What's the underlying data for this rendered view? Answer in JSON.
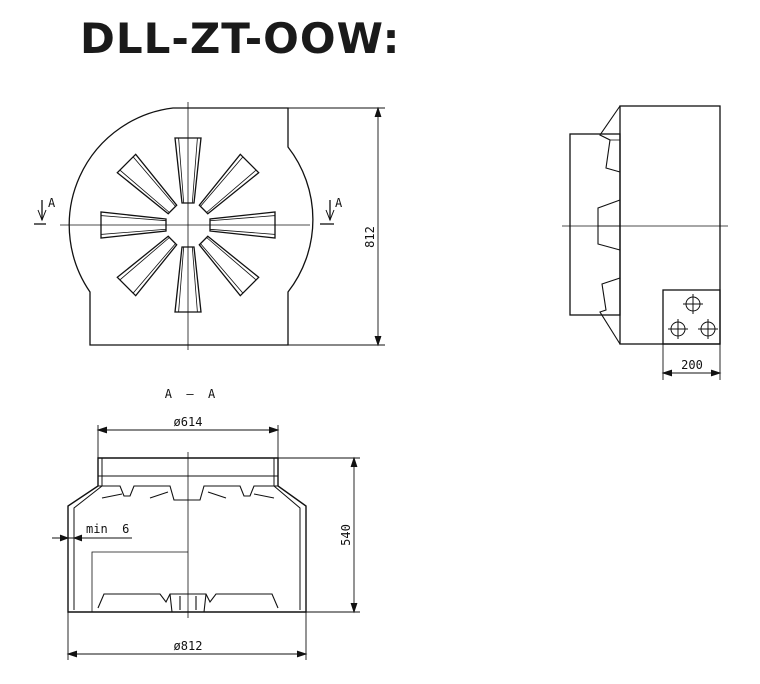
{
  "title": "DLL-ZT-OOW:",
  "front_view": {
    "section_marker_left": "A",
    "section_marker_right": "A",
    "height_label": "812"
  },
  "side_view": {
    "width_label": "200"
  },
  "section_view": {
    "section_label": "A  –  A",
    "top_diameter_label": "ø614",
    "bottom_diameter_label": "ø812",
    "height_label": "540",
    "wall_label": "min  6"
  }
}
